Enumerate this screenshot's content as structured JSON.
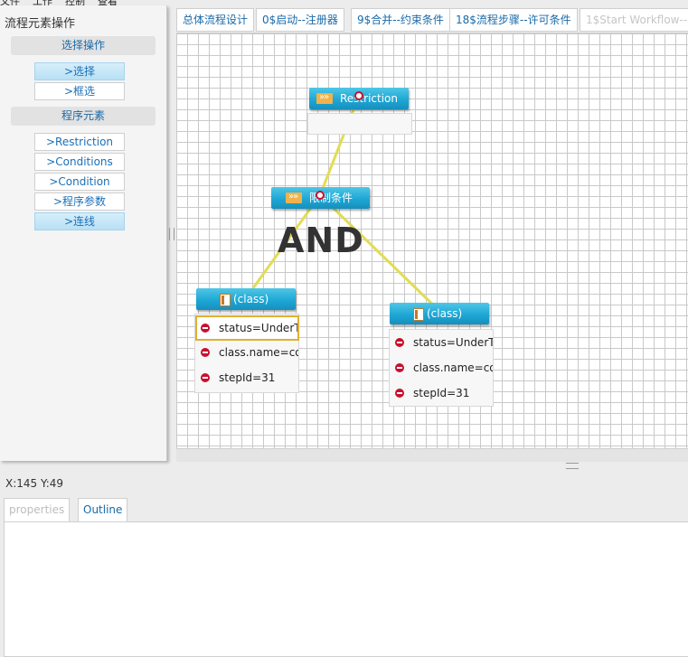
{
  "menubar": {
    "items": [
      "文件",
      "工作",
      "控制",
      "查看"
    ]
  },
  "left_panel": {
    "title": "流程元素操作",
    "sections": [
      {
        "header": "选择操作",
        "buttons": [
          {
            "label": ">选择",
            "selected": true
          },
          {
            "label": ">框选",
            "selected": false
          }
        ]
      },
      {
        "header": "程序元素",
        "buttons": [
          {
            "label": ">Restriction",
            "selected": false
          },
          {
            "label": ">Conditions",
            "selected": false
          },
          {
            "label": ">Condition",
            "selected": false
          },
          {
            "label": ">程序参数",
            "selected": false
          },
          {
            "label": ">连线",
            "selected": true
          }
        ]
      }
    ]
  },
  "editor_tabs": [
    {
      "label": "总体流程设计",
      "active": true
    },
    {
      "label": "0$启动--注册器",
      "active": true
    },
    {
      "label": "9$合并--约束条件",
      "active": true
    },
    {
      "label": "18$流程步骤--许可条件",
      "active": true
    },
    {
      "label": "1$Start Workflow--",
      "active": false
    }
  ],
  "canvas": {
    "nodes": {
      "restriction": {
        "label": "Restriction",
        "icon": "arrow-icon"
      },
      "restriction_condition": {
        "label": "限制条件",
        "icon": "arrow-icon",
        "operator": "AND"
      },
      "class_left": {
        "label": "(class)",
        "icon": "class-icon",
        "rows": [
          "status=UnderTest",
          "class.name=com",
          "stepId=31"
        ]
      },
      "class_right": {
        "label": "(class)",
        "icon": "class-icon",
        "rows": [
          "status=UnderTest",
          "class.name=com",
          "stepId=31"
        ]
      }
    },
    "connector_color": "#e2dc55",
    "connector_end_color": "#c8102e"
  },
  "status": {
    "coords": "X:145  Y:49"
  },
  "bottom_tabs": [
    {
      "label": "properties",
      "active": true
    },
    {
      "label": "Outline",
      "active": false
    }
  ],
  "colors": {
    "accent": "#1ea7d5",
    "link": "#1a6aa8",
    "remove": "#c8102e",
    "highlight": "#e0b030"
  }
}
